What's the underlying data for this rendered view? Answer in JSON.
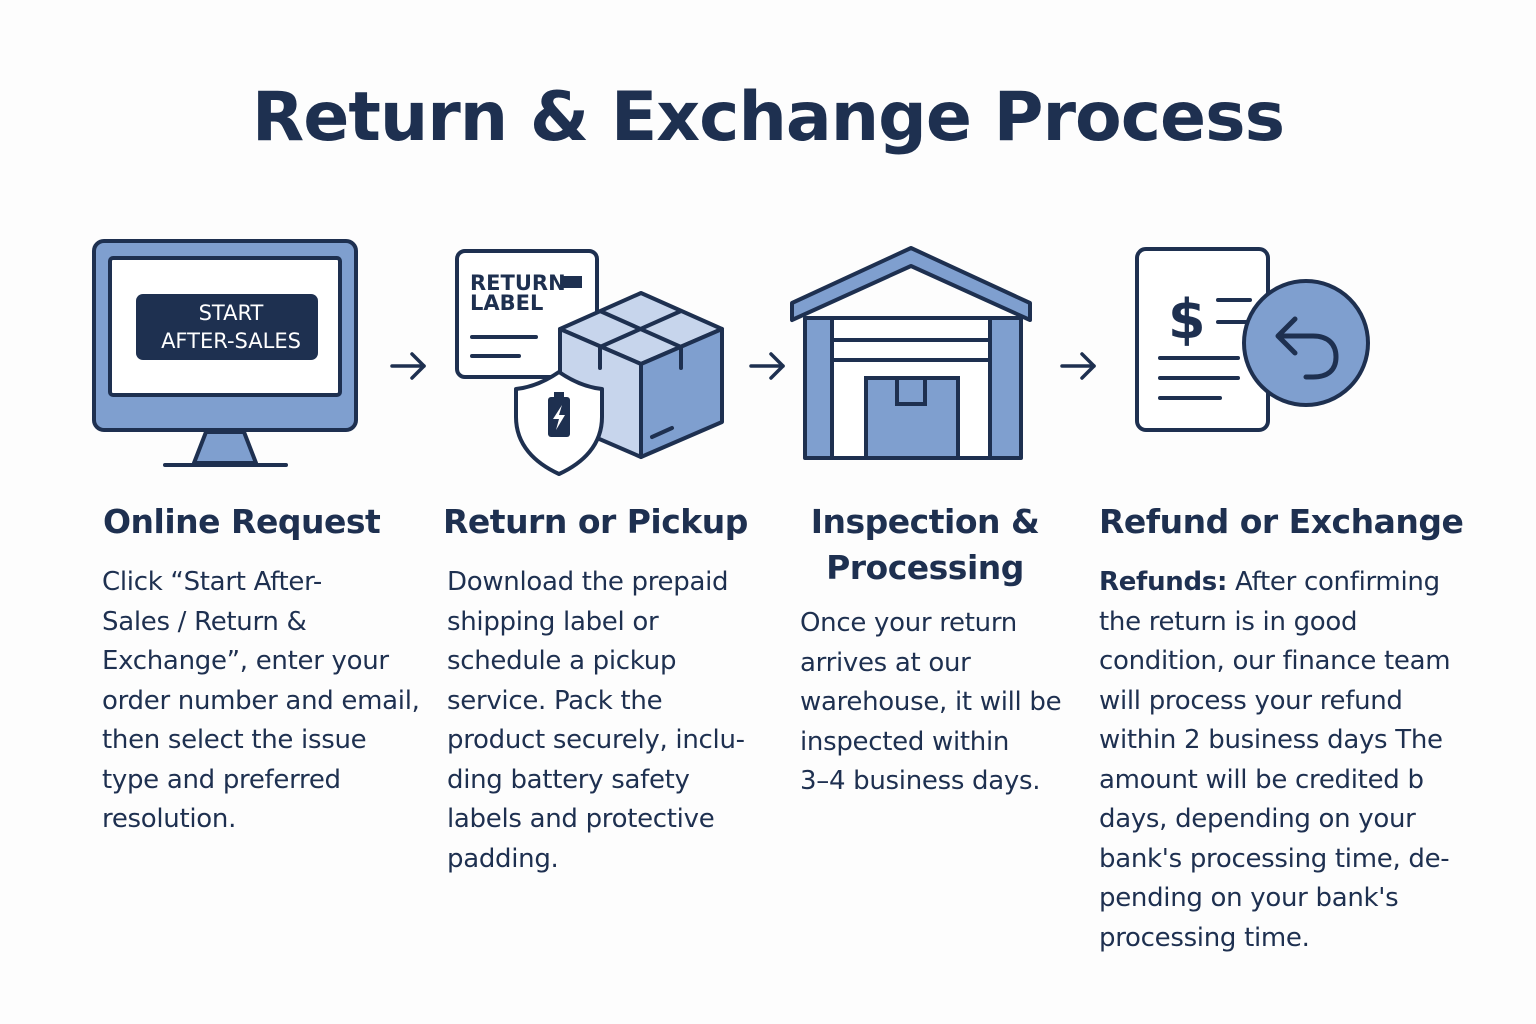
{
  "title": "Return & Exchange Process",
  "steps": [
    {
      "name": "Online Request",
      "icon": "monitor-icon",
      "button_line1": "START",
      "button_line2": "AFTER-SALES",
      "description": [
        "Click “Start After-",
        "Sales / Return &",
        "Exchange”, enter your",
        "order number and email,",
        "then select the issue",
        "type and preferred",
        "resolution."
      ]
    },
    {
      "name": "Return or Pickup",
      "icon": "package-label-icon",
      "label_line1": "RETURN",
      "label_line2": "LABEL",
      "description": [
        "Download the prepaid",
        "shipping label or",
        "schedule a pickup",
        "service. Pack the",
        "product securely, inclu-",
        "ding battery safety",
        "labels and protective",
        "padding."
      ]
    },
    {
      "name_line1": "Inspection &",
      "name_line2": "Processing",
      "icon": "warehouse-icon",
      "description": [
        "Once your return",
        "arrives at our",
        "warehouse, it will be",
        "inspected within",
        "3–4 business days."
      ]
    },
    {
      "name": "Refund or Exchange",
      "icon": "refund-document-icon",
      "dollar": "$",
      "desc_label": "Refunds:",
      "desc_first": " After confirming",
      "description": [
        "the return is in good",
        "condition, our finance team",
        "will process your refund",
        "within 2 business days The",
        "amount will be credited b",
        "days, depending on your",
        "bank's processing time, de-",
        "pending on your bank's",
        "processing time."
      ]
    }
  ],
  "colors": {
    "navy": "#1e3050",
    "blue": "#7f9fcf",
    "light_blue": "#c7d5ec",
    "background": "#fdfdfd"
  }
}
